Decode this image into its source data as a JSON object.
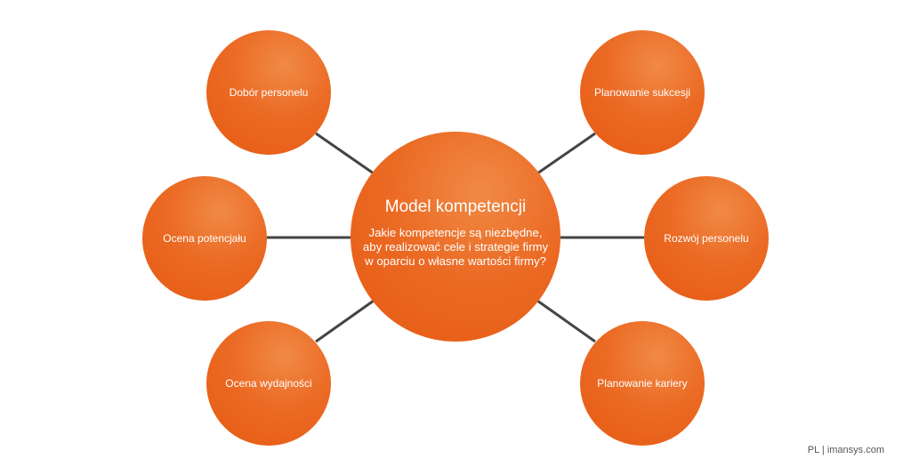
{
  "center": {
    "title": "Model kompetencji",
    "question": "Jakie kompetencje są niezbędne, aby realizować cele i strategie firmy w oparciu o własne wartości firmy?"
  },
  "nodes": {
    "dobor": "Dobór personelu",
    "sukcesji": "Planowanie sukcesji",
    "potencjal": "Ocena potencjału",
    "rozwoj": "Rozwój personelu",
    "wydajnosc": "Ocena wydajności",
    "kariery": "Planowanie kariery"
  },
  "footer": "PL | imansys.com",
  "colors": {
    "bubble": "#eb6a24",
    "connector": "#444444",
    "text": "#ffffff"
  }
}
